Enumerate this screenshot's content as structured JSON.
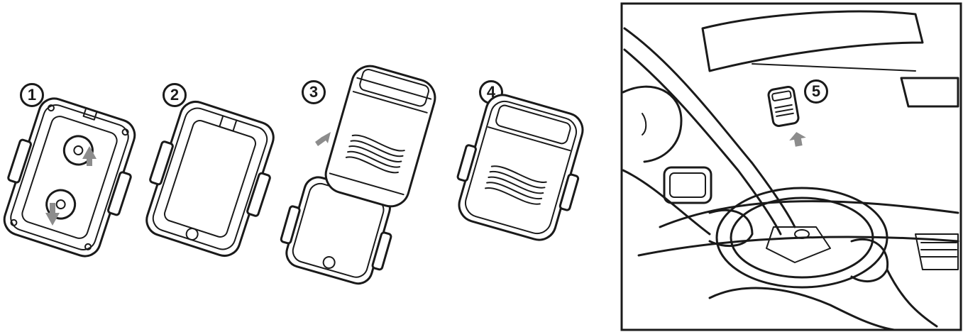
{
  "steps": [
    {
      "id": 1,
      "label": "1"
    },
    {
      "id": 2,
      "label": "2"
    },
    {
      "id": 3,
      "label": "3"
    },
    {
      "id": 4,
      "label": "4"
    },
    {
      "id": 5,
      "label": "5"
    }
  ],
  "colors": {
    "line": "#1a1a1a",
    "arrow": "#8c8c8c",
    "background": "#ffffff"
  }
}
